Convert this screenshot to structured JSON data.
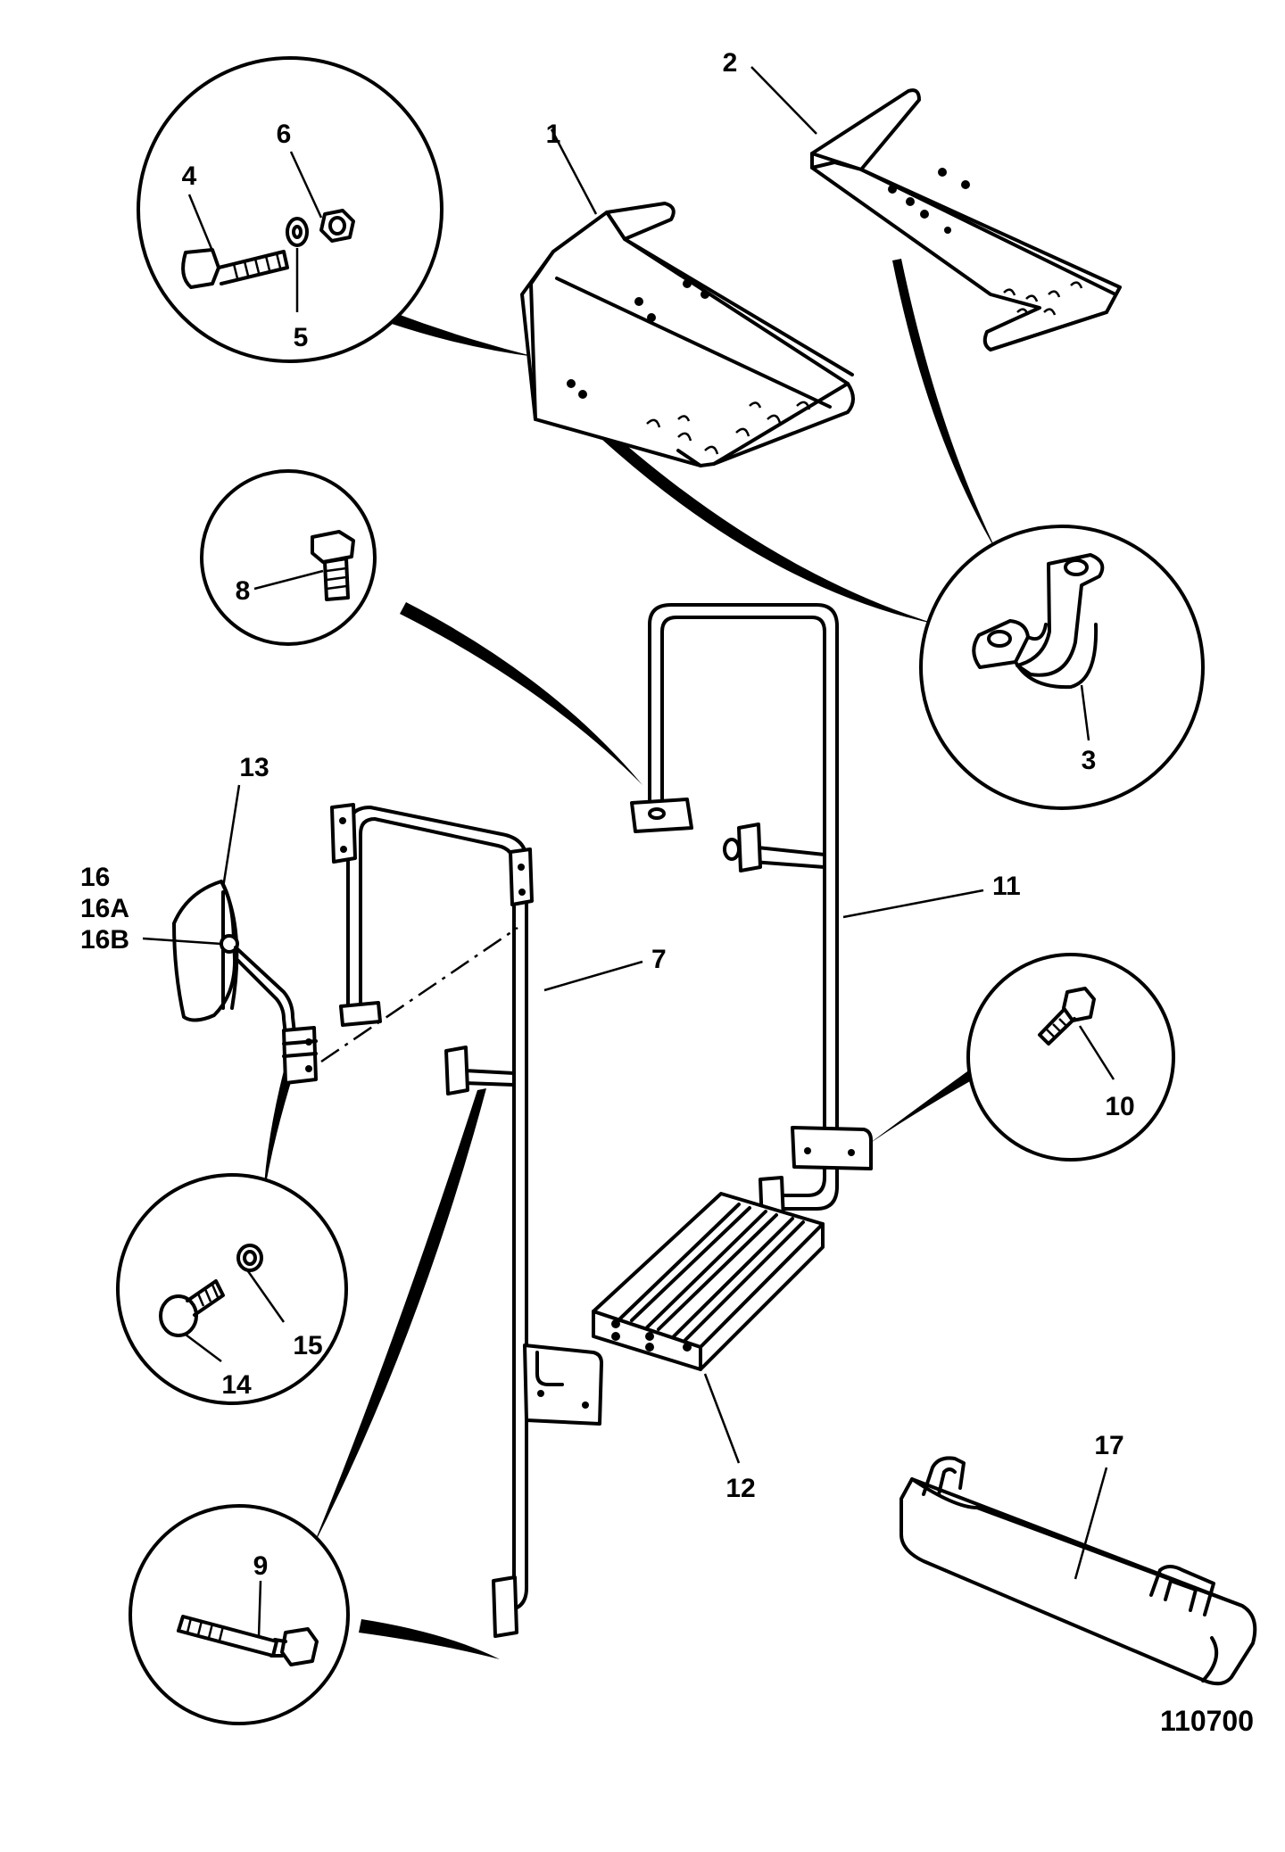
{
  "reference_number": "110700",
  "callouts": {
    "c1": "1",
    "c2": "2",
    "c3": "3",
    "c4": "4",
    "c5": "5",
    "c6": "6",
    "c7": "7",
    "c8": "8",
    "c9": "9",
    "c10": "10",
    "c11": "11",
    "c12": "12",
    "c13": "13",
    "c14": "14",
    "c15": "15",
    "c16": "16",
    "c16a": "16A",
    "c16b": "16B",
    "c17": "17"
  }
}
